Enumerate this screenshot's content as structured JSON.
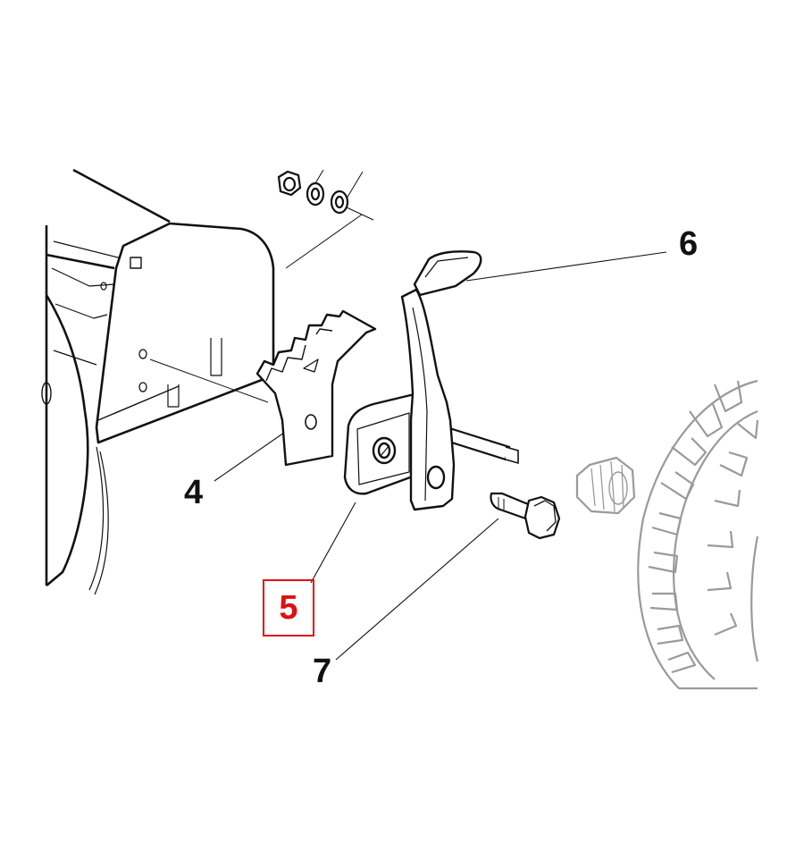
{
  "diagram": {
    "callouts": {
      "part_4": "4",
      "part_5": "5",
      "part_6": "6",
      "part_7": "7"
    },
    "highlighted_part": "5",
    "colors": {
      "line": "#111111",
      "highlight": "#e01010",
      "wheel": "#9a9a9a",
      "background": "#ffffff"
    }
  }
}
